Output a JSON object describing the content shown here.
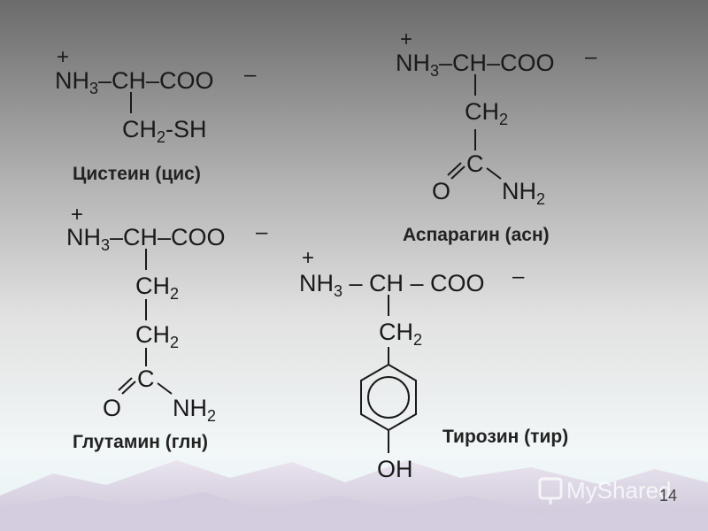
{
  "slide": {
    "page_number": "14",
    "watermark": "MyShared",
    "colors": {
      "bg_top": "#6b6b6b",
      "bg_mid": "#d8d8d8",
      "bg_bottom": "#eef6f8",
      "text": "#1a1a1a"
    }
  },
  "molecules": {
    "cysteine": {
      "label": "Цистеин (цис)",
      "charge_plus": "+",
      "backbone": "–CH–COO",
      "charge_minus": "–",
      "side": "-SH"
    },
    "asparagine": {
      "label": "Аспарагин (асн)",
      "charge_plus": "+",
      "backbone": "–CH–COO",
      "charge_minus": "–"
    },
    "glutamine": {
      "label": "Глутамин (глн)",
      "charge_plus": "+",
      "backbone": "–CH–COO",
      "charge_minus": "–"
    },
    "tyrosine": {
      "label": "Тирозин (тир)",
      "charge_plus": "+",
      "backbone": " – CH – COO",
      "charge_minus": "–",
      "oh": "OH"
    }
  },
  "groups": {
    "nh": "NH",
    "nh3_sub": "3",
    "ch": "CH",
    "ch2_sub": "2",
    "c": "C",
    "o": "O",
    "nh2_sub": "2"
  }
}
